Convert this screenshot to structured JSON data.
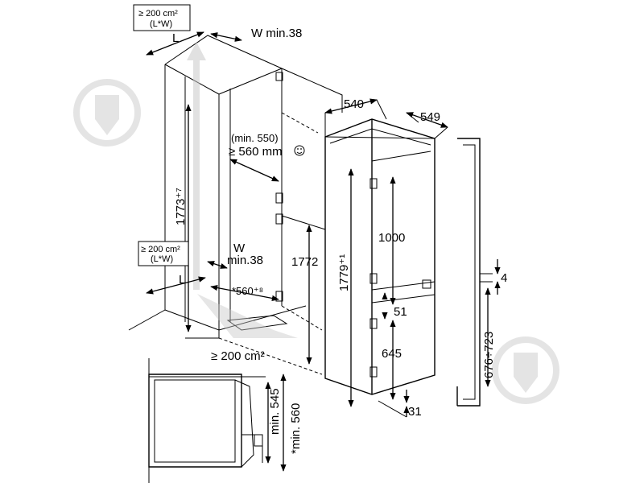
{
  "labels": {
    "top_area_l1": "≥ 200 cm²",
    "top_area_l2": "(L*W)",
    "top_L": "L",
    "top_W": "W min.38",
    "mid_area_l1": "≥ 200 cm²",
    "mid_area_l2": "(L*W)",
    "mid_L": "L",
    "mid_W1": "W",
    "mid_W2": "min.38",
    "depth_540": "540",
    "depth_549": "549",
    "min550": "(min. 550)",
    "min560": "≥ 560 mm",
    "h1773": "1773⁺⁷",
    "h1772": "1772",
    "h1779": "1779⁺¹",
    "h1000": "1000",
    "w560": "*560⁺⁸",
    "d51": "51",
    "h645": "645",
    "d31": "31",
    "d4": "4",
    "h676": "676÷723",
    "bottom_area": "≥ 200 cm²",
    "min545": "min. 545",
    "min560b": "*min. 560"
  }
}
